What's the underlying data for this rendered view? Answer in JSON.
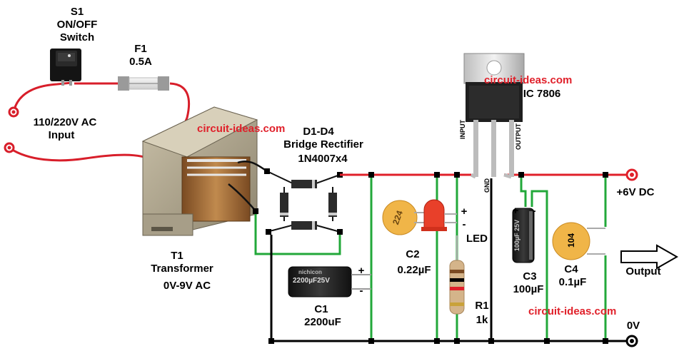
{
  "labels": {
    "s1_ref": "S1",
    "s1_name": "ON/OFF",
    "s1_type": "Switch",
    "f1_ref": "F1",
    "f1_value": "0.5A",
    "ac_input": "110/220V AC",
    "ac_input2": "Input",
    "t1_ref": "T1",
    "t1_name": "Transformer",
    "t1_value": "0V-9V AC",
    "d_ref": "D1-D4",
    "d_name": "Bridge Rectifier",
    "d_value": "1N4007x4",
    "ic_name": "IC 7806",
    "pin_input": "INPUT",
    "pin_output": "OUTPUT",
    "pin_gnd": "GND",
    "c1_ref": "C1",
    "c1_value": "2200uF",
    "c2_ref": "C2",
    "c2_value": "0.22µF",
    "c2_code": "224",
    "led": "LED",
    "r1_ref": "R1",
    "r1_value": "1k",
    "c3_ref": "C3",
    "c3_value": "100µF",
    "c4_ref": "C4",
    "c4_value": "0.1µF",
    "c4_code": "104",
    "out_v": "+6V DC",
    "out_gnd": "0V",
    "output": "Output",
    "plus1": "+",
    "minus1": "-",
    "plus2": "+",
    "minus2": "-",
    "plus3": "+",
    "minus3": "-",
    "c1_print": "2200µF25V",
    "c1_brand": "nichicon",
    "c3_print": "100µF 25V"
  },
  "watermarks": [
    "circuit-ideas.com",
    "circuit-ideas.com",
    "circuit-ideas.com"
  ],
  "colors": {
    "positive_wire": "#e0202a",
    "ground_wire": "#000000",
    "green_wire": "#22a83a",
    "watermark": "#e0202a"
  }
}
